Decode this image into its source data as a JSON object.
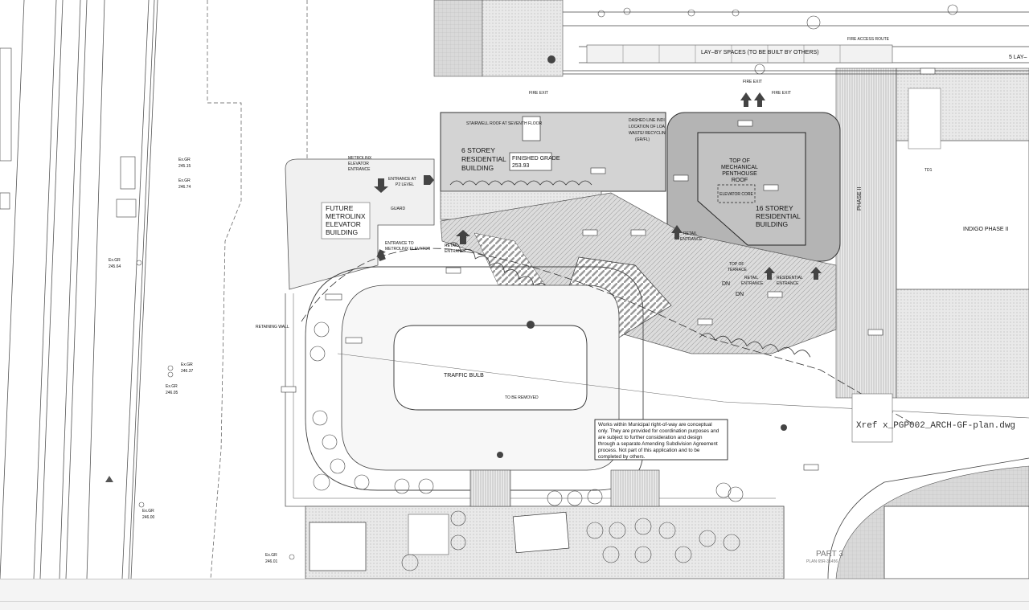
{
  "drawing": {
    "labels": {
      "lay_by": "LAY–BY SPACES (TO BE BUILT BY OTHERS)",
      "five_lay": "5 LAY–",
      "fire_access": "FIRE ACCESS ROUTE",
      "fire_exit": "FIRE EXIT",
      "stairwell": "STAIRWELL ROOF AT SEVENTH FLOOR",
      "dashed_line_1": "DASHED LINE INDI",
      "dashed_line_2": "LOCATION OF LOA",
      "dashed_line_3": "WASTE/ RECYCLIN",
      "dashed_line_4": "(GR/FL)",
      "bldg6_1": "6 STOREY",
      "bldg6_2": "RESIDENTIAL",
      "bldg6_3": "BUILDING",
      "finished_grade": "FINISHED GRADE",
      "finished_grade_value": "253.93",
      "top_mech_1": "TOP OF",
      "top_mech_2": "MECHANICAL",
      "top_mech_3": "PENTHOUSE",
      "top_mech_4": "ROOF",
      "elevator_core": "ELEVATOR CORE",
      "bldg16_1": "16 STOREY",
      "bldg16_2": "RESIDENTIAL",
      "bldg16_3": "BUILDING",
      "indigo": "INDIGO PHASE II",
      "phase_ii": "PHASE II",
      "metrolinx_elev_1": "METROLINX",
      "metrolinx_elev_2": "ELEVATOR",
      "metrolinx_elev_3": "ENTRANCE",
      "entrance_p2_1": "ENTRANCE AT",
      "entrance_p2_2": "P2 LEVEL",
      "guard": "GUARD",
      "future_1": "FUTURE",
      "future_2": "METROLINX",
      "future_3": "ELEVATOR",
      "future_4": "BUILDING",
      "entrance_to_1": "ENTRANCE TO",
      "entrance_to_2": "METROLINX ELEVATOR",
      "retail_entrance_1": "RETAIL",
      "retail_entrance_2": "ENTRANCE",
      "residential_entrance_1": "RESIDENTIAL",
      "residential_entrance_2": "ENTRANCE",
      "top_terrace_1": "TOP OF",
      "top_terrace_2": "TERRACE",
      "dn": "DN",
      "traffic_bulb": "TRAFFIC BULB",
      "to_be_removed": "TO BE REMOVED",
      "retaining_wall": "RETAINING WALL",
      "xref": "Xref x_PGP002_ARCH-GF-plan.dwg",
      "part_3": "PART 3",
      "plan": "PLAN 65R-35456",
      "td1": "TD1"
    },
    "note": [
      "Works within Municipal right-of-way are conceptual",
      "only. They are provided for coordination purposes and",
      "are subject to further consideration and design",
      "through a separate Amending Subdivision Agreement",
      "process. Not part of this application and to be",
      "completed by others."
    ]
  }
}
